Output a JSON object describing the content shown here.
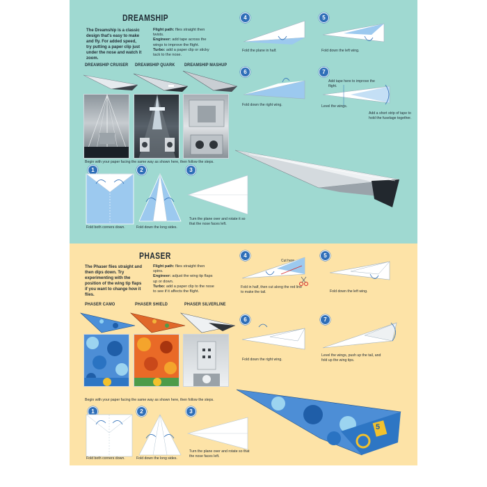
{
  "dreamship": {
    "title": "DREAMSHIP",
    "intro": "The Dreamship is a classic design that's easy to make and fly. For added speed, try putting a paper clip just under the nose and watch it zoom.",
    "flight_path_label": "Flight path:",
    "flight_path": "flies straight then twists.",
    "engineer_label": "Engineer:",
    "engineer": "add tape across the wings to improve the flight.",
    "turbo_label": "Turbo:",
    "turbo": "add a paper clip or sticky tack to the nose.",
    "variants": [
      "DREAMSHIP CRUISER",
      "DREAMSHIP QUARK",
      "DREAMSHIP MASHUP"
    ],
    "instructions": "Begin with your paper facing the same way as shown here, then follow the steps.",
    "steps": [
      {
        "num": "1",
        "caption": "Fold both corners down."
      },
      {
        "num": "2",
        "caption": "Fold down the long sides."
      },
      {
        "num": "3",
        "caption": "Turn the plane over and rotate it so that the nose faces left."
      },
      {
        "num": "4",
        "caption": "Fold the plane in half."
      },
      {
        "num": "5",
        "caption": "Fold down the left wing."
      },
      {
        "num": "6",
        "caption": "Fold down the right wing."
      },
      {
        "num": "7",
        "caption": "Level the wings."
      }
    ],
    "tape_note_1": "Add tape here to improve the flight.",
    "tape_note_2": "Add a short strip of tape to hold the fuselage together."
  },
  "phaser": {
    "title": "PHASER",
    "intro": "The Phaser flies straight and then dips down. Try experimenting with the position of the wing tip flaps if you want to change how it flies.",
    "flight_path_label": "Flight path:",
    "flight_path": "flies straight then spins.",
    "engineer_label": "Engineer:",
    "engineer": "adjust the wing tip flaps up or down.",
    "turbo_label": "Turbo:",
    "turbo": "add a paper clip to the nose to see if it affects the flight.",
    "variants": [
      "PHASER CAMO",
      "PHASER SHIELD",
      "PHASER SILVERLINE"
    ],
    "instructions": "Begin with your paper facing the same way as shown here, then follow the steps.",
    "steps": [
      {
        "num": "1",
        "caption": "Fold both corners down."
      },
      {
        "num": "2",
        "caption": "Fold down the long sides."
      },
      {
        "num": "3",
        "caption": "Turn the plane over and rotate so that the nose faces left."
      },
      {
        "num": "4",
        "caption": "Fold in half, then cut along the red line to make the tail."
      },
      {
        "num": "5",
        "caption": "Fold down the left wing."
      },
      {
        "num": "6",
        "caption": "Fold down the right wing."
      },
      {
        "num": "7",
        "caption": "Level the wings, push up the tail, and fold up the wing tips."
      }
    ],
    "cut_label": "Cut here",
    "plane_badge": "5"
  },
  "colors": {
    "top_bg": "#9fd9d1",
    "bottom_bg": "#fde3a7",
    "step_blue": "#2f6fb8",
    "paper_blue": "#9cc9ef"
  }
}
